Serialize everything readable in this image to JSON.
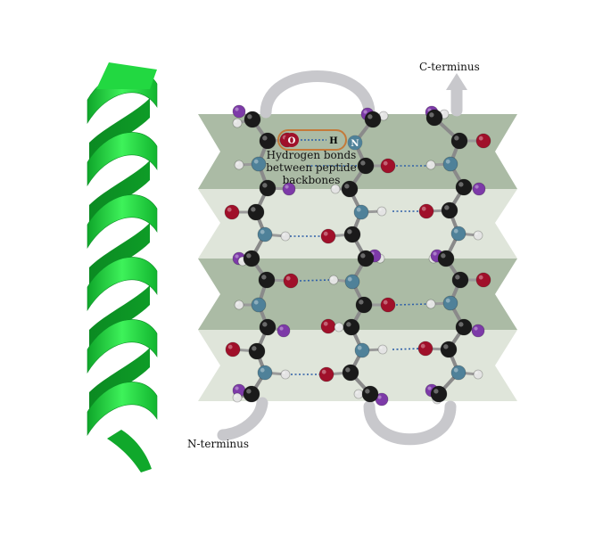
{
  "labels": {
    "c_terminus": "C-terminus",
    "n_terminus": "N-terminus",
    "hbond_line1": "Hydrogen bonds",
    "hbond_line2": "between peptide",
    "hbond_line3": "backbones",
    "oxygen_letter": "O",
    "hydrogen_letter": "H",
    "nitrogen_letter": "N"
  },
  "colors": {
    "helix_ribbon": "#1ed23c",
    "sheet_dark": "#a7b7a0",
    "sheet_light": "#dde4d8",
    "carbon": "#1a1a1a",
    "oxygen": "#a0102a",
    "nitrogen": "#4f8199",
    "hydrogen": "#e4e4e4",
    "side_chain": "#7d3aa8",
    "arrow_gray": "#c8c8cc",
    "hbond_dots": "#2e5fa8",
    "highlight_outline": "#c47a3a"
  }
}
